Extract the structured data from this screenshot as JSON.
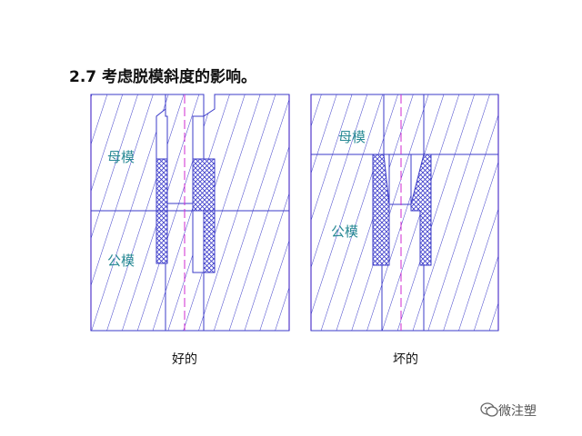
{
  "title": "2.7 考虑脱模斜度的影响。",
  "diagrams": [
    {
      "caption": "好的",
      "labels": {
        "upper": "母模",
        "lower": "公模"
      }
    },
    {
      "caption": "坏的",
      "labels": {
        "upper": "母模",
        "lower": "公模"
      }
    }
  ],
  "watermark": {
    "text": "微注塑",
    "icon": "wechat-icon"
  },
  "colors": {
    "outline": "#3b3bc9",
    "hatch": "#3b3bc9",
    "centerline": "#d12ad1",
    "label": "#2a8a95",
    "border": "#d12ad1"
  }
}
